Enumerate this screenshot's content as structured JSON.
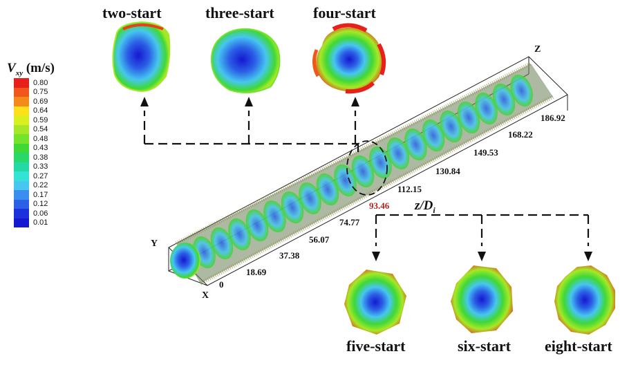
{
  "legend": {
    "symbol": "V",
    "subscript": "xy",
    "unit": "(m/s)",
    "values": [
      "0.80",
      "0.75",
      "0.69",
      "0.64",
      "0.59",
      "0.54",
      "0.48",
      "0.43",
      "0.38",
      "0.33",
      "0.27",
      "0.22",
      "0.17",
      "0.12",
      "0.06",
      "0.01"
    ],
    "colors": [
      "#e8201b",
      "#f1571b",
      "#f58a1a",
      "#fde01a",
      "#d9ef20",
      "#a6e827",
      "#75e22c",
      "#3fd837",
      "#28d86a",
      "#25d9a4",
      "#33e3d6",
      "#46c7ef",
      "#3a8ef0",
      "#2b5fe6",
      "#1c31dc",
      "#1418d0"
    ]
  },
  "captions": {
    "two_start": "two-start",
    "three_start": "three-start",
    "four_start": "four-start",
    "five_start": "five-start",
    "six_start": "six-start",
    "eight_start": "eight-start"
  },
  "axis": {
    "z_title_main": "z/D",
    "z_title_sub": "i",
    "x_label": "X",
    "y_label": "Y",
    "z_label": "Z",
    "ticks": [
      "0",
      "18.69",
      "37.38",
      "56.07",
      "74.77",
      "93.46",
      "112.15",
      "130.84",
      "149.53",
      "168.22",
      "186.92"
    ],
    "highlight_tick": "93.46",
    "highlight_color": "#b3241f"
  }
}
